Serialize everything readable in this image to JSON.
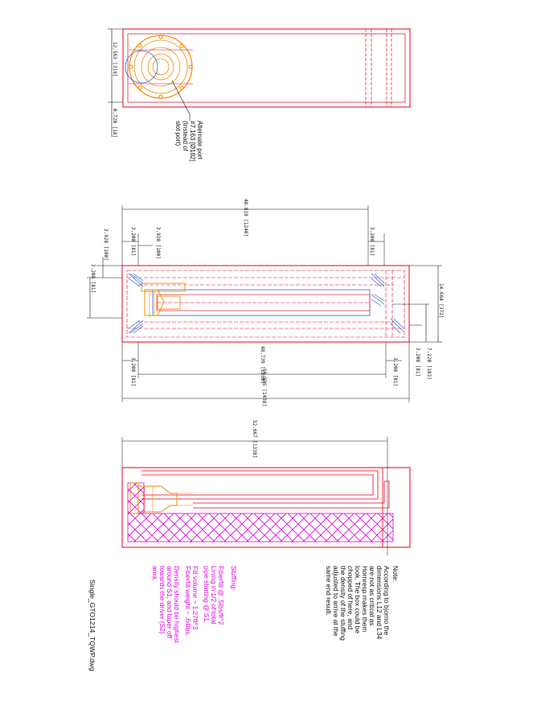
{
  "top_view": {
    "dim_width": "12.563 [319]",
    "dim_wall": "0.720 [18]",
    "port_label": [
      "Alternate port",
      "#7.163 [Ø182]",
      "(Instead of",
      "slot port)"
    ]
  },
  "middle_view": {
    "dim_upper_inner": "48.819 [1240]",
    "dim_left_a": "3.208 [81]",
    "dim_left_b": "3.928 [100]",
    "dim_right_top": "3.208 [81]",
    "dim_outer_left": "3.928 [100]",
    "dim_left_edge": "3.208 [81]",
    "dim_height": "14.664 [372]",
    "dim_r1": "7.220 [183]",
    "dim_r2": "3.208 [81]",
    "dim_r3": "3.208 [81]",
    "dim_lower_inner": "48.739 [1238]",
    "dim_lower_left": "3.208 [81]",
    "dim_overall": "56.595 [1438]"
  },
  "bottom_view": {
    "dim_length": "52.667 [1338]"
  },
  "note": {
    "title": "Note:",
    "lines": [
      "According to bjorno the",
      "dimensions L12 and L34",
      "are not as critical as",
      "Hornresp makes them",
      "look. The box could be",
      "chopped of here, and",
      "the density of the stuffing",
      "adjusted to arrive at the",
      "same end result."
    ]
  },
  "stuffing": {
    "title": "Stuffing:",
    "p1": [
      "Fiberfill @ .5lbs/ft^2",
      "Lining in 1/2 of total",
      "pipe starting @ S1."
    ],
    "p2": [
      "Fill volume ~ 1.27ft^3",
      "Fiberfill weight ~ .64lbs."
    ],
    "p3": [
      "Density should be highest",
      "around S1, and taper off",
      "towards the driver (S2)",
      "area."
    ]
  },
  "filename": "Single_GTO1214_TQWP.dwg",
  "colors": {
    "red": "#e8001c",
    "orange": "#f08a00",
    "blue": "#2a64d6",
    "magenta": "#e000e0",
    "black": "#111111"
  }
}
